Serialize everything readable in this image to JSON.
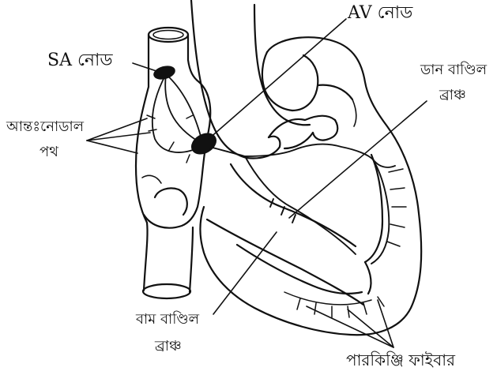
{
  "labels": {
    "av_node": "AV নোড",
    "sa_node": "SA নোড",
    "right_bundle_l1": "ডান বাণ্ডিল",
    "right_bundle_l2": "ব্রাঞ্চ",
    "internodal_l1": "আন্তঃনোডাল",
    "internodal_l2": "পথ",
    "left_bundle_l1": "বাম বাণ্ডিল",
    "left_bundle_l2": "ব্রাঞ্চ",
    "purkinje": "পারকিঞ্জি ফাইবার"
  },
  "colors": {
    "line": "#111111",
    "node_fill": "#111111",
    "background": "#ffffff"
  }
}
